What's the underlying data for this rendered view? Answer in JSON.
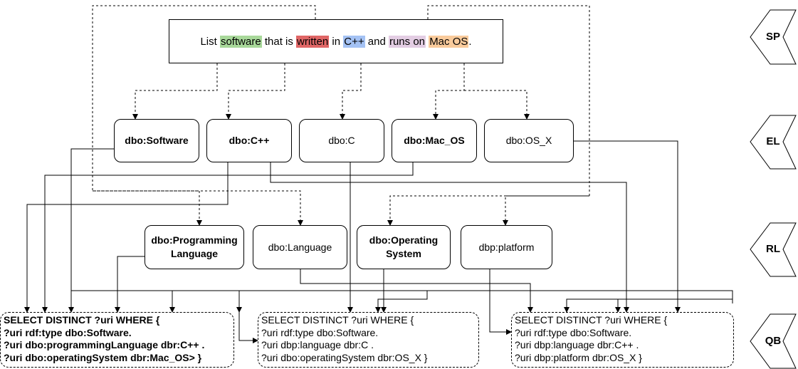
{
  "sentence": {
    "parts": [
      "List ",
      "software",
      " that is ",
      "written",
      " in ",
      "C++",
      " and ",
      "runs on",
      " ",
      "Mac OS",
      "."
    ]
  },
  "entities": {
    "software": "dbo:Software",
    "cpp": "dbo:C++",
    "c": "dbo:C",
    "mac_os": "dbo:Mac_OS",
    "os_x": "dbo:OS_X"
  },
  "relations": {
    "programming_language": [
      "dbo:Programming",
      "Language"
    ],
    "language": "dbo:Language",
    "operating_system": [
      "dbo:Operating",
      "System"
    ],
    "platform": "dbp:platform"
  },
  "queries": [
    [
      "SELECT DISTINCT ?uri WHERE {",
      "?uri rdf:type dbo:Software.",
      "?uri dbo:programmingLanguage dbr:C++ .",
      "?uri dbo:operatingSystem dbr:Mac_OS> }"
    ],
    [
      "SELECT DISTINCT ?uri WHERE {",
      "?uri rdf:type dbo:Software.",
      "?uri dbp:language dbr:C .",
      "?uri dbo:operatingSystem dbr:OS_X }"
    ],
    [
      "SELECT DISTINCT ?uri WHERE {",
      "?uri rdf:type dbo:Software.",
      "?uri dbp:language dbr:C++ .",
      "?uri dbp:platform dbr:OS_X }"
    ]
  ],
  "stages": {
    "sp": "SP",
    "el": "EL",
    "rl": "RL",
    "qb": "QB"
  }
}
